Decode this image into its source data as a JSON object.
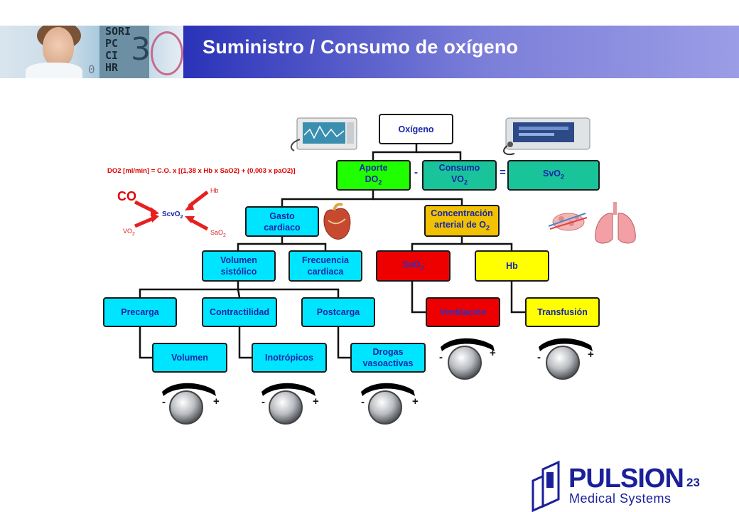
{
  "header": {
    "title": "Suministro / Consumo de oxígeno",
    "monitor_text": "SORI\nPC\nCI\nHR",
    "monitor_big": "3",
    "monitor_zero": "0"
  },
  "formula": "DO2 [ml/min] = C.O. x [(1,38 x Hb x SaO2) + (0,003 x paO2)]",
  "nodes": {
    "oxigeno": "Oxígeno",
    "aporte": "Aporte",
    "do2": "DO",
    "consumo": "Consumo",
    "vo2": "VO",
    "svo2": "SvO",
    "gasto": "Gasto",
    "cardiaco": "cardiaco",
    "concentracion": "Concentración",
    "arterial": "arterial de O",
    "volumen_sis": "Volumen",
    "sistolico": "sistólico",
    "frecuencia": "Frecuencia",
    "cardiaca": "cardiaca",
    "sao2": "SaO",
    "hb": "Hb",
    "precarga": "Precarga",
    "contractilidad": "Contractilidad",
    "postcarga": "Postcarga",
    "ventilacion": "Ventilación",
    "transfusion": "Transfusión",
    "volumen": "Volumen",
    "inotropicos": "Inotrópicos",
    "drogas": "Drogas",
    "vasoactivas": "vasoactivas",
    "subscript_2": "2"
  },
  "operators": {
    "minus": "-",
    "equals": "="
  },
  "scvo2_diagram": {
    "co": "CO",
    "hb": "Hb",
    "vo2": "VO",
    "sao2": "SaO",
    "center": "ScvO",
    "sub": "2"
  },
  "knob": {
    "minus": "-",
    "plus": "+"
  },
  "footer": {
    "page_number": "23",
    "brand_name": "PULSION",
    "brand_sub": "Medical Systems"
  },
  "colors": {
    "header_blue": "#1a1f9a",
    "cyan": "#00e5ff",
    "green": "#20ff00",
    "teal": "#19c49a",
    "gold": "#f2c200",
    "red": "#ee0000",
    "yellow": "#ffff00",
    "text_blue": "#1626a8"
  },
  "icons": [
    "monitor-device-icon",
    "picco-device-icon",
    "heart-icon",
    "lungs-icon",
    "alveoli-icon",
    "knob-icon",
    "pulsion-logo-icon"
  ]
}
